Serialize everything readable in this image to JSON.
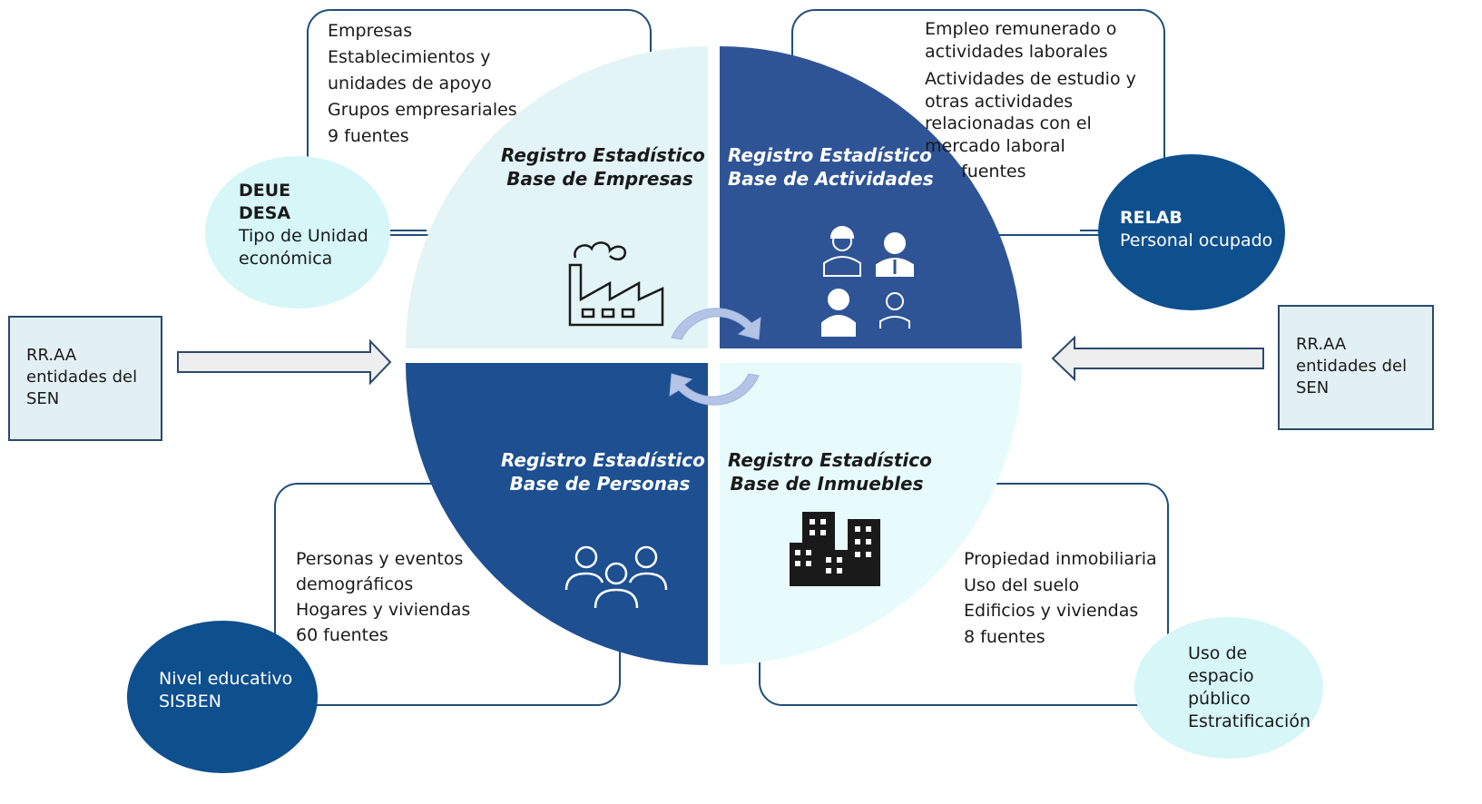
{
  "colors": {
    "dark_blue": "#1d4f91",
    "mid_blue": "#2f5496",
    "light_cyan": "#e3f4f6",
    "pale_cyan": "#e8fbfc",
    "card_border": "#1f4e79",
    "ellipse_dark": "#0e4f8e",
    "ellipse_light": "#d6f6f8"
  },
  "quadrants": {
    "empresas": {
      "title_line1": "Registro Estadístico",
      "title_line2": "Base de Empresas",
      "icon": "factory-icon"
    },
    "actividades": {
      "title_line1": "Registro Estadístico",
      "title_line2": "Base de Actividades",
      "icon": "workers-icon"
    },
    "personas": {
      "title_line1": "Registro Estadístico",
      "title_line2": "Base de Personas",
      "icon": "people-group-icon"
    },
    "inmuebles": {
      "title_line1": "Registro Estadístico",
      "title_line2": "Base de Inmuebles",
      "icon": "buildings-icon"
    }
  },
  "cards": {
    "empresas": [
      "Empresas",
      "Establecimientos y",
      "unidades de apoyo",
      "Grupos empresariales",
      "9 fuentes"
    ],
    "actividades": [
      "Empleo remunerado o",
      "actividades laborales",
      "Actividades de estudio y",
      "otras actividades",
      "relacionadas con el",
      "mercado laboral",
      "fuentes"
    ],
    "personas": [
      "Personas y eventos",
      "demográficos",
      "Hogares y viviendas",
      "60 fuentes"
    ],
    "inmuebles": [
      "Propiedad inmobiliaria",
      "Uso del suelo",
      "Edificios y viviendas",
      "8 fuentes"
    ]
  },
  "ellipses": {
    "deue": {
      "bold1": "DEUE",
      "bold2": "DESA",
      "line1": "Tipo de Unidad",
      "line2": "económica"
    },
    "relab": {
      "bold": "RELAB",
      "line1": "Personal ocupado"
    },
    "nivel": {
      "line1": "Nivel educativo",
      "line2": "SISBEN"
    },
    "uso": {
      "line1": "Uso de",
      "line2": "espacio",
      "line3": "público",
      "line4": "Estratificación"
    }
  },
  "sources": {
    "left": {
      "line1": "RR.AA",
      "line2": "entidades del",
      "line3": "SEN"
    },
    "right": {
      "line1": "RR.AA",
      "line2": "entidades del",
      "line3": "SEN"
    }
  }
}
